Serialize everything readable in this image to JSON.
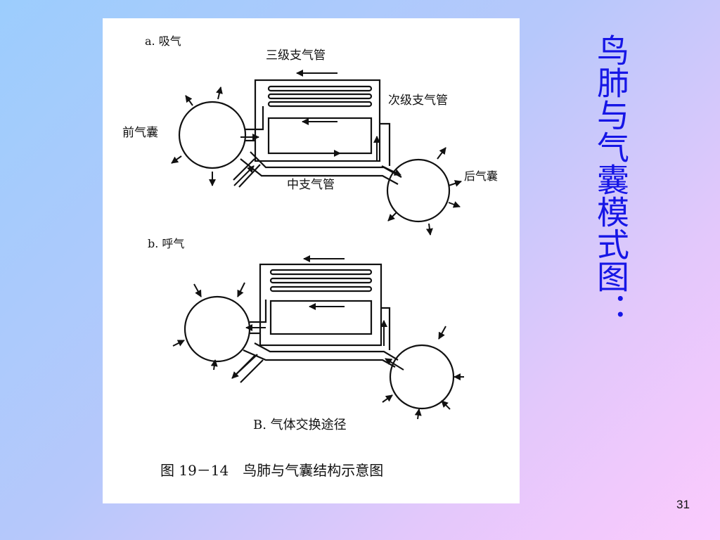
{
  "slide": {
    "title": "鸟肺与气囊模式图：",
    "page_number": "31",
    "title_color": "#1616e6"
  },
  "figure": {
    "panel_a_label": "a. 吸气",
    "panel_b_label": "b. 呼气",
    "tertiary_bronchi_label": "三级支气管",
    "secondary_bronchi_label": "次级支气管",
    "anterior_air_sac_label": "前气囊",
    "posterior_air_sac_label": "后气囊",
    "mesobronchus_label": "中支气管",
    "caption_b": "B. 气体交换途径",
    "figure_caption": "图 19－14　鸟肺与气囊结构示意图"
  }
}
